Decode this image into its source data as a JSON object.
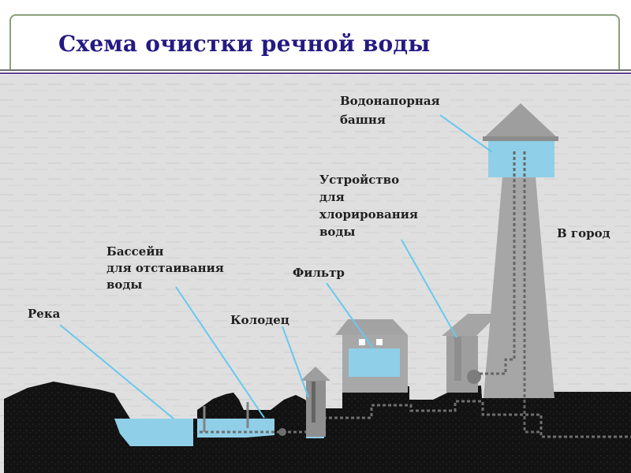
{
  "title": "Схема очистки речной воды",
  "labels": {
    "river": "Река",
    "settling_basin": [
      "Бассейн",
      "для отстаивания",
      "воды"
    ],
    "well": "Колодец",
    "filter": "Фильтр",
    "chlorination": [
      "Устройство",
      "для",
      "хлорирования",
      "воды"
    ],
    "water_tower": [
      "Водонапорная",
      "башня"
    ],
    "to_city": "В город"
  },
  "colors": {
    "title_text": "#241a82",
    "water": "#8fcfe8",
    "ground": "#141414",
    "building": "#a8a8a8",
    "leader_line": "#68c9ee",
    "background": "#dedede"
  }
}
